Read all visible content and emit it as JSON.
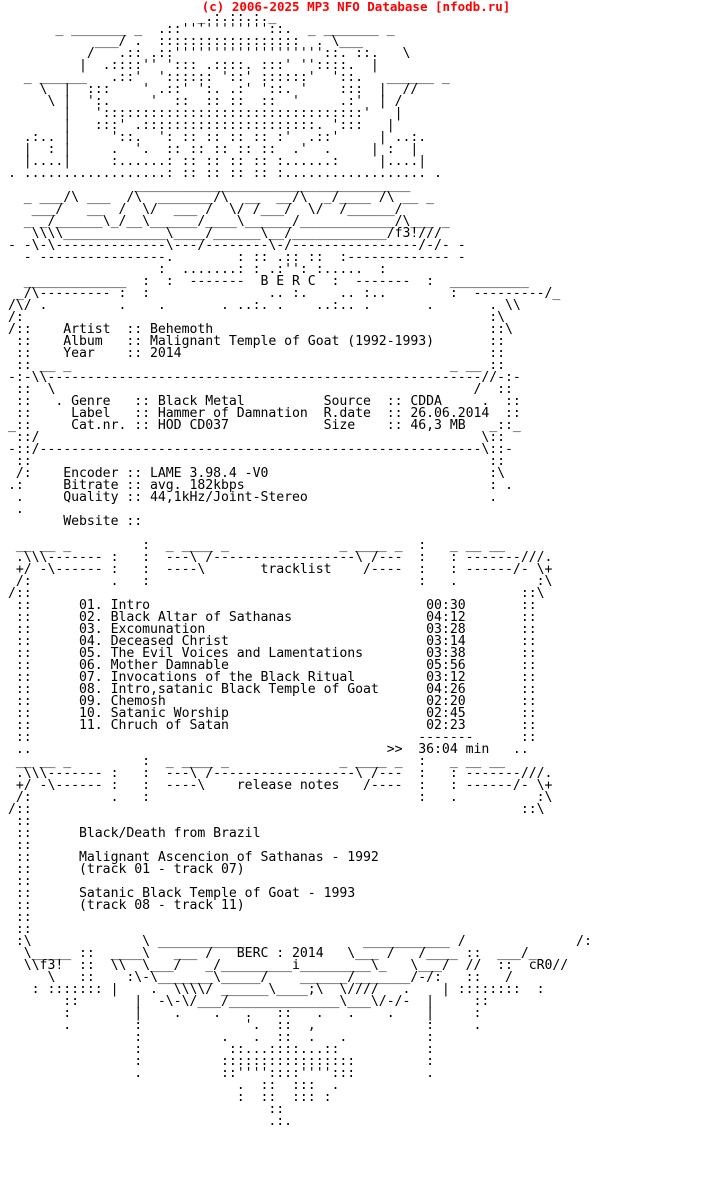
{
  "header": {
    "text": "(c) 2006-2025 MP3 NFO Database [nfodb.ru]",
    "color": "#ff0000"
  },
  "nfo": {
    "lines": [
      "                        _.:.::.:._",
      "      _ _______ _  .::'''''''''''::.  _ _______ _",
      "           ___/ .  ::::::::::::::::::  . \\___",
      "          /   .:: .::'''''''''''''''''''::. ::.   \\",
      "         |  .::::'' '::: .::::. :::' ''::::.  |",
      "  _ ______   .::'  ':::::: '::' ::::::'  '::.   ______ _",
      "    \\  |  :::    ' .::' ':. .:' '::. '    :::  |  //",
      "     \\ |  ':.     '  ::  :: ::  ::  '     .:'  | /",
      "       |   ':::::::::::::::::::::::::::::::::'   |",
      "       |   :::' .::::::::::::::::::::::. ':::   |",
      "  .:.. |     '::.  ': :: :: :: :: :'  .::'     | ..:.",
      "  |  : |     .  '.  :: :: :: :: ::  .'  .     | :  |",
      "  |....|     :......: :: :: :: :: :......:     |....|",
      ". ..................: :: :: :: :: :.................. .",
      "                ___________________________________",
      "  _ ___/\\ ___  /\\  _______/\\  __  __/\\  _/____ /\\ __ _",
      "   ___/   __  /  \\/  ___ /  \\/ /___/  \\/  /______/",
      "  _ _/______\\_/__\\______/____\\______/____________/\\___ _",
      "   \\\\\\\\_____________\\____/______\\__/____________/f3!///",
      "- -\\-\\--------------\\---/--------\\-/----------------/-/- -",
      "  - ----------------.        : :: .:: ::  :------------- -",
      "                   :  .......: : .:'': :.....  :",
      "  _____________  :  :  -------  B E R C  :  -------  :  __________",
      " _/\\--------- :  :               .. :.    .. :..        :  ---------/_",
      "/\\/ .         .    .       . ..:. .    ..:.. .       .       . \\\\",
      "/:                                                           :\\",
      "/::    Artist  :: Behemoth                                   ::\\",
      " ::    Album   :: Malignant Temple of Goat (1992-1993)       ::",
      " ::    Year    :: 2014                                       ::",
      " :: __ _                                                _ __ ::",
      "-:-\\\\-------------------------------------------------------//-:-",
      " ::  \\                                                     /  ::",
      " ::   . Genre   :: Black Metal          Source  :: CDDA     .  ::",
      " ::     Label   :: Hammer of Damnation  R.date  :: 26.06.2014  ::",
      "_::     Cat.nr. :: HOD CD037            Size    :: 46,3 MB   _::_",
      " ::/                                                        \\::",
      "-::/--------------------------------------------------------\\::-",
      " ::                                                          ::",
      " /:    Encoder :: LAME 3.98.4 -V0                            :\\",
      ".:     Bitrate :: avg. 182kbps                               : .",
      " .     Quality :: 44,1kHz/Joint-Stereo                       .",
      " .",
      "       Website ::",
      "",
      " __ __ _         :  _ ____ _              _ ____ _  :   _ __ __",
      " .\\\\\\------- :   :  ---\\ /------------------\\ /---  :   : -------///.",
      " +/ -\\------ :   :  ----\\       tracklist    /----  :   : ------/- \\+",
      " /:          .   :                                  :   .          :\\",
      "/::                                                              ::\\",
      " ::      01. Intro                                   00:30       ::",
      " ::      02. Black Altar of Sathanas                 04:12       ::",
      " ::      03. Excomunation                            03:28       ::",
      " ::      04. Deceased Christ                         03:14       ::",
      " ::      05. The Evil Voices and Lamentations        03:38       ::",
      " ::      06. Mother Damnable                         05:56       ::",
      " ::      07. Invocations of the Black Ritual         03:12       ::",
      " ::      08. Intro,satanic Black Temple of Goat      04:26       ::",
      " ::      09. Chemosh                                 02:20       ::",
      " ::      10. Satanic Worship                         02:45       ::",
      " ::      11. Chruch of Satan                         02:23       ::",
      " ::                                                 -------      ::",
      " ..                                             >>  36:04 min   ..",
      " __ __ _         :  _ ____ _              _ ____ _  :   _ __ __",
      " .\\\\\\------- :   :  ---\\ /------------------\\ /---  :   : -------///.",
      " +/ -\\------ :   :  ----\\    release notes   /----  :   : ------/- \\+",
      " /:          .   :                                  :   .          :\\",
      "/::                                                              ::\\",
      " ::",
      " ::      Black/Death from Brazil",
      " ::",
      " ::      Malignant Ascencion of Sathanas - 1992",
      " ::      (track 01 - track 07)",
      " ::",
      " ::      Satanic Black Temple of Goat - 1993",
      " ::      (track 08 - track 11)",
      " ::",
      " ::",
      " :\\              \\ ___________               ___________ /              /:",
      "  \\_____ ::  ____\\   ___ /   BERC : 2014   \\___ /   /____ ::  ___/_",
      "  \\\\f3!  ::  \\\\  \\___/   _/_________i_________\\_   \\___/  //  ::  cR0//",
      "     \\   ::    :\\-\\_______\\_____/    ______/_______/-/:   ::   /",
      "   : ::::::: |    .  \\\\\\\\/ ______\\____;\\  \\////   .    | ::::::::  :",
      "       ::       |  -\\-\\/___/______________\\___\\/-/-  |     ::",
      "       :        |    .    .   .   ::   .   .    .    |     :",
      "       .        :             '.  ::  ,              :     .",
      "                :          .   .  ::  .   .          :",
      "                :           ::...::::...::           :",
      "                :          :::::::::::::::::         :",
      "                .          ::''''::::'''':::         .",
      "                             .  ::  :::  .",
      "                             :  ::  ::: :",
      "                                 ::",
      "                                 .:."
    ]
  }
}
